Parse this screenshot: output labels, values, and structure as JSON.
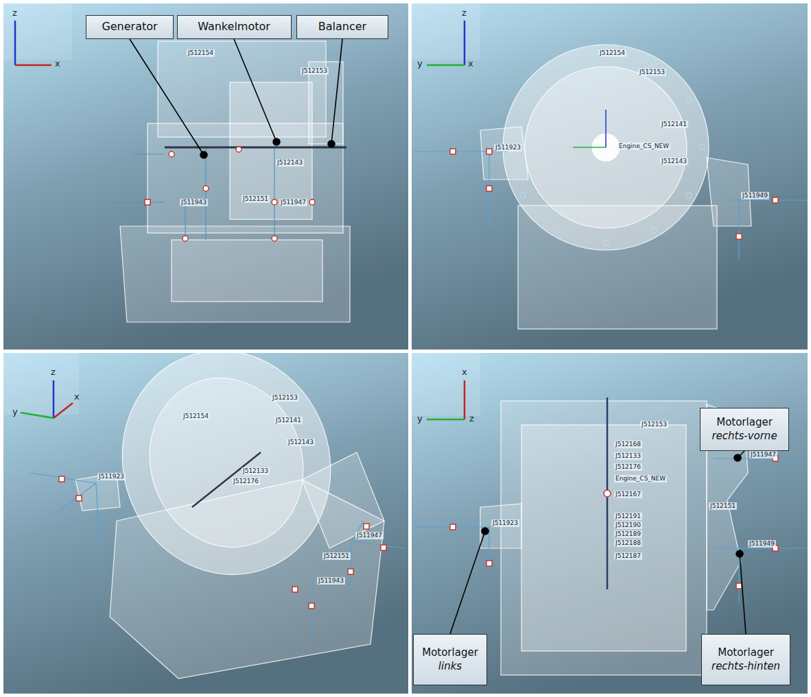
{
  "diagram": {
    "nodes": [
      {
        "text": [
          "Generator"
        ]
      },
      {
        "text": [
          "Wankelmotor"
        ]
      },
      {
        "text": [
          "Balancer"
        ]
      },
      {
        "text": [
          "Motorlager",
          "rechts-vorne"
        ]
      },
      {
        "text": [
          "Motorlager",
          "links"
        ]
      },
      {
        "text": [
          "Motorlager",
          "rechts-hinten"
        ]
      }
    ],
    "labels": [
      "z",
      "x",
      "J512154",
      "J512153",
      "J512143",
      "J511943",
      "J512151",
      "J511947",
      "z",
      "y",
      "x",
      "J512154",
      "J512153",
      "J512141",
      "J512143",
      "Engine_CS_NEW",
      "J511923",
      "J511949",
      "z",
      "y",
      "x",
      "J512153",
      "J512154",
      "J512141",
      "J512143",
      "J512133",
      "J512176",
      "J511923",
      "J512151",
      "J511947",
      "J511943",
      "x",
      "y",
      "z",
      "J512153",
      "J512168",
      "J512133",
      "J512176",
      "Engine_CS_NEW",
      "J512167",
      "J512191",
      "J512190",
      "J512189",
      "J512188",
      "J512187",
      "J512151",
      "J511947",
      "J511949",
      "J511923"
    ]
  }
}
